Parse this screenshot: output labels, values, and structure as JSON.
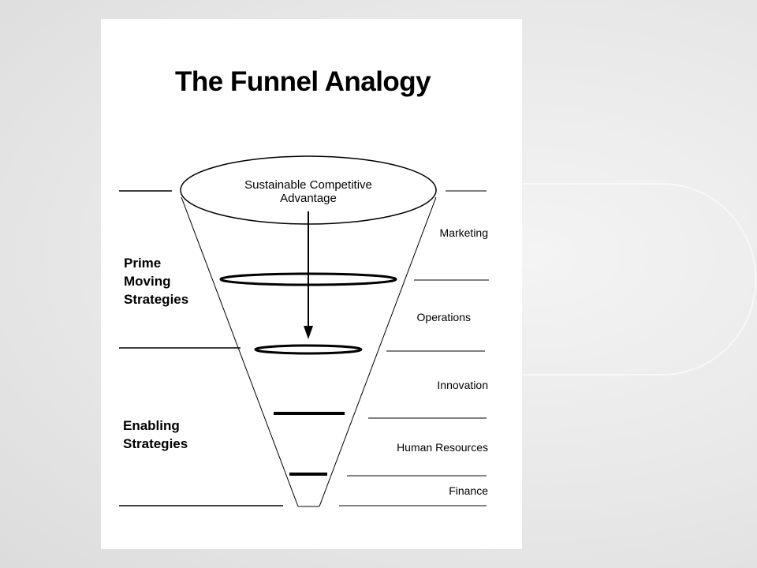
{
  "diagram": {
    "title": "The Funnel Analogy",
    "top_label_line1": "Sustainable Competitive",
    "top_label_line2": "Advantage",
    "groups": {
      "prime": "Prime\nMoving\nStrategies",
      "enabling": "Enabling\nStrategies"
    },
    "layers": {
      "marketing": "Marketing",
      "operations": "Operations",
      "innovation": "Innovation",
      "human_resources": "Human Resources",
      "finance": "Finance"
    }
  },
  "colors": {
    "ink": "#000000",
    "card": "#ffffff"
  }
}
